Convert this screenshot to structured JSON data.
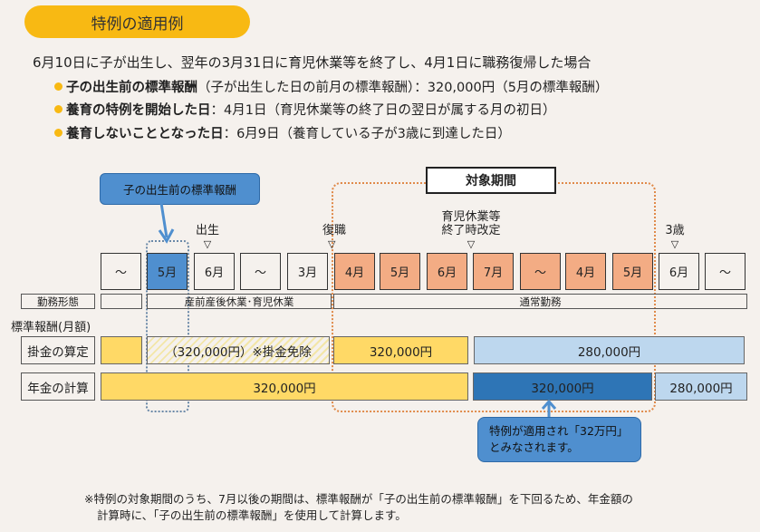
{
  "title": "特例の適用例",
  "intro": "6月10日に子が出生し、翌年の3月31日に育児休業等を終了し、4月1日に職務復帰した場合",
  "bullets": [
    {
      "label": "子の出生前の標準報酬",
      "text": "（子が出生した日の前月の標準報酬）：320,000円（5月の標準報酬）"
    },
    {
      "label": "養育の特例を開始した日",
      "text": "：4月1日（育児休業等の終了日の翌日が属する月の初日）"
    },
    {
      "label": "養育しないこととなった日",
      "text": "：6月9日（養育している子が3歳に到達した日）"
    }
  ],
  "callout_top": "子の出生前の標準報酬",
  "target_period": "対象期間",
  "markers": {
    "birth": "出生",
    "return": "復職",
    "revision_line1": "育児休業等",
    "revision_line2": "終了時改定",
    "age3": "3歳",
    "triangle": "▽"
  },
  "months": [
    "～",
    "5月",
    "6月",
    "～",
    "3月",
    "4月",
    "5月",
    "6月",
    "7月",
    "～",
    "4月",
    "5月",
    "6月",
    "～"
  ],
  "work_style": {
    "label": "勤務形態",
    "leave": "産前産後休業･育児休業",
    "normal": "通常勤務"
  },
  "standard_pay_label": "標準報酬(月額)",
  "rows": {
    "premium": {
      "label": "掛金の算定",
      "exempt": "（320,000円）※掛金免除",
      "after_return": "320,000円",
      "after_revision": "280,000円"
    },
    "pension": {
      "label": "年金の計算",
      "before": "320,000円",
      "special": "320,000円",
      "after": "280,000円"
    }
  },
  "callout_bottom_line1": "特例が適用され「32万円」",
  "callout_bottom_line2": "とみなされます。",
  "note_line1": "※特例の対象期間のうち、7月以後の期間は、標準報酬が「子の出生前の標準報酬」を下回るため、年金額の",
  "note_line2": "計算時に、「子の出生前の標準報酬」を使用して計算します。",
  "colors": {
    "accent_yellow": "#f8b913",
    "selected_blue": "#4f8fcf",
    "target_orange": "#f3ac84",
    "bar_yellow": "#ffd966",
    "bar_light_blue": "#bdd7ee",
    "bar_dark_blue": "#2e75b6"
  }
}
